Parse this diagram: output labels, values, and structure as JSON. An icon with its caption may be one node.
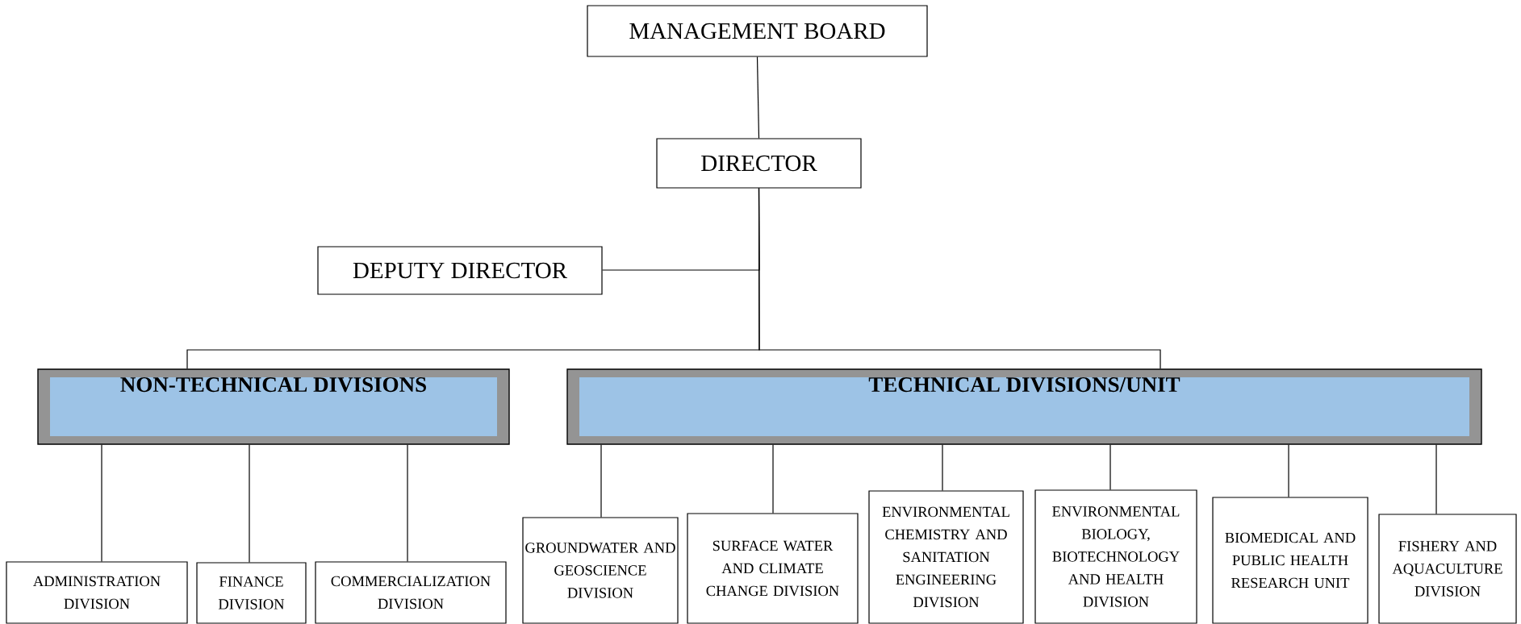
{
  "diagram": {
    "nodes": [
      {
        "text": [
          "MANAGEMENT BOARD"
        ]
      },
      {
        "text": [
          "DIRECTOR"
        ]
      },
      {
        "text": [
          "DEPUTY DIRECTOR"
        ]
      },
      {
        "text": [
          "NON-TECHNICAL DIVISIONS"
        ]
      },
      {
        "text": [
          "TECHNICAL DIVISIONS/UNIT"
        ]
      },
      {
        "text": [
          "ADMINISTRATION DIVISION"
        ]
      },
      {
        "text": [
          "FINANCE DIVISION"
        ]
      },
      {
        "text": [
          "COMMERCIALIZATION DIVISION"
        ]
      },
      {
        "text": [
          "GROUNDWATER AND GEOSCIENCE DIVISION"
        ]
      },
      {
        "text": [
          "SURFACE WATER AND CLIMATE CHANGE DIVISION"
        ]
      },
      {
        "text": [
          "ENVIRONMENTAL CHEMISTRY AND SANITATION ENGINEERING DIVISION"
        ]
      },
      {
        "text": [
          "ENVIRONMENTAL BIOLOGY, BIOTECHNOLOGY AND HEALTH DIVISION"
        ]
      },
      {
        "text": [
          "BIOMEDICAL AND PUBLIC HEALTH RESEARCH UNIT"
        ]
      },
      {
        "text": [
          "FISHERY AND AQUACULTURE DIVISION"
        ]
      }
    ],
    "edges": [
      {
        "from": 0,
        "to": 1,
        "arrow": "none"
      },
      {
        "from": 1,
        "to": 2,
        "arrow": "none"
      },
      {
        "from": 1,
        "to": 3,
        "arrow": "none"
      },
      {
        "from": 1,
        "to": 4,
        "arrow": "none"
      },
      {
        "from": 3,
        "to": 5,
        "arrow": "none"
      },
      {
        "from": 3,
        "to": 6,
        "arrow": "none"
      },
      {
        "from": 3,
        "to": 7,
        "arrow": "none"
      },
      {
        "from": 4,
        "to": 8,
        "arrow": "none"
      },
      {
        "from": 4,
        "to": 9,
        "arrow": "none"
      },
      {
        "from": 4,
        "to": 10,
        "arrow": "none"
      },
      {
        "from": 4,
        "to": 11,
        "arrow": "none"
      },
      {
        "from": 4,
        "to": 12,
        "arrow": "none"
      },
      {
        "from": 4,
        "to": 13,
        "arrow": "none"
      }
    ]
  }
}
